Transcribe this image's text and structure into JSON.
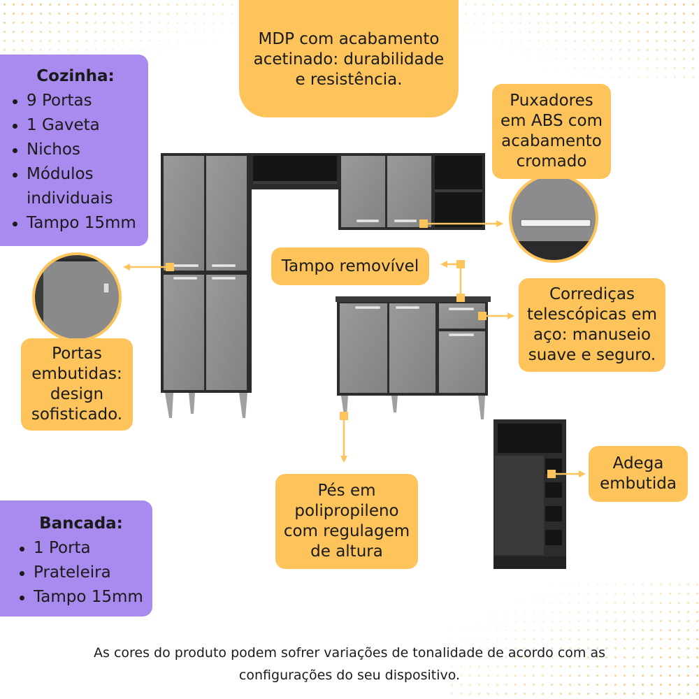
{
  "mdp_box": {
    "lines": [
      "MDP com acabamento",
      "acetinado: durabilidade",
      "e resistência."
    ]
  },
  "cozinha": {
    "title": "Cozinha:",
    "items": [
      "9 Portas",
      "1 Gaveta",
      "Nichos",
      "Módulos",
      "individuais",
      "Tampo 15mm"
    ]
  },
  "puxadores": {
    "lines": [
      "Puxadores",
      "em ABS com",
      "acabamento",
      "cromado"
    ]
  },
  "tampo": {
    "label": "Tampo removível"
  },
  "corredicas": {
    "lines": [
      "Corrediças",
      "telescópicas em",
      "aço: manuseio",
      "suave e seguro."
    ]
  },
  "portas": {
    "lines": [
      "Portas",
      "embutidas:",
      "design",
      "sofisticado."
    ]
  },
  "adega": {
    "lines": [
      "Adega",
      "embutida"
    ]
  },
  "pes": {
    "lines": [
      "Pés em",
      "polipropileno",
      "com regulagem",
      "de altura"
    ]
  },
  "bancada": {
    "title": "Bancada:",
    "items": [
      "1 Porta",
      "Prateleira",
      "Tampo 15mm"
    ]
  },
  "footer": {
    "line1": "As cores do produto podem sofrer variações de tonalidade de acordo com as",
    "line2": "configurações do seu dispositivo."
  },
  "colors": {
    "accent_yellow": "#fcc45a",
    "accent_purple": "#a98bf0",
    "cabinet_grey": "#8e8e8e",
    "cabinet_dark": "#2c2c2c"
  }
}
